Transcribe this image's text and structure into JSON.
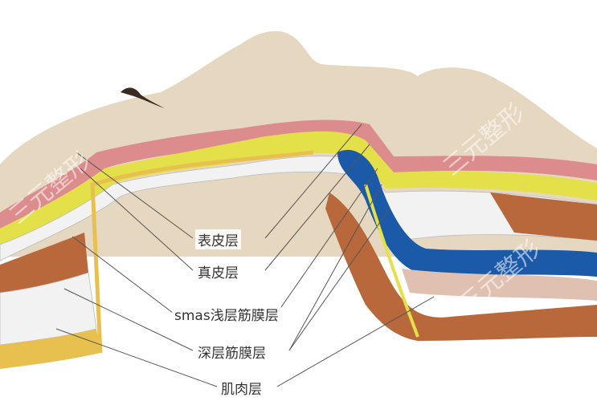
{
  "labels": {
    "epidermis": "表皮层",
    "dermis": "真皮层",
    "smas": "smas浅层筋膜层",
    "deep_fascia": "深层筋膜层",
    "muscle": "肌肉层"
  },
  "watermark": "三元整形",
  "colors": {
    "skin": "#e6d7c0",
    "dermis": "#dc8c8c",
    "fat": "#e3e04a",
    "fascia": "#f2f2f2",
    "muscle": "#b8683a",
    "deep_fat": "#1a5aa8",
    "bone_line": "#e8c050"
  }
}
